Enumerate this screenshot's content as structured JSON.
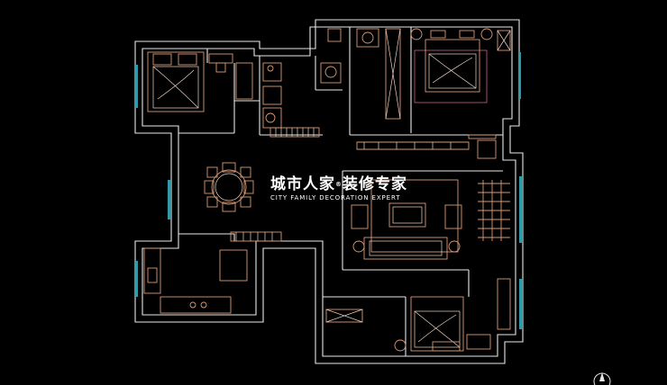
{
  "watermark": {
    "title": "城市人家",
    "registered": "®",
    "title2": "装修专家",
    "subtitle": "CITY FAMILY  DECORATION EXPERT"
  },
  "colors": {
    "background": "#000000",
    "walls": "#e8e8e8",
    "furniture": "#d99a74",
    "windows": "#2f9aa8"
  },
  "icons": [
    "compass-icon"
  ]
}
